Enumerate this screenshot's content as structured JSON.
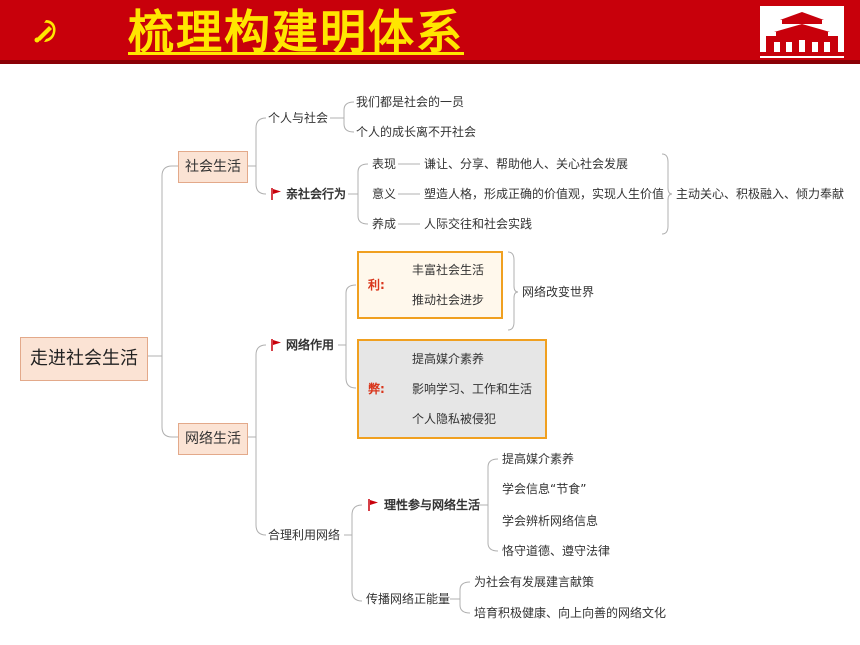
{
  "header": {
    "title": "梳理构建明体系",
    "bg_color": "#c8000b",
    "title_color": "#ffe600"
  },
  "mindmap": {
    "root": "走进社会生活",
    "social_life": {
      "label": "社会生活",
      "individual": {
        "label": "个人与社会",
        "items": [
          "我们都是社会的一员",
          "个人的成长离不开社会"
        ]
      },
      "prosocial": {
        "label": "亲社会行为",
        "rows": [
          {
            "key": "表现",
            "value": "谦让、分享、帮助他人、关心社会发展"
          },
          {
            "key": "意义",
            "value": "塑造人格，形成正确的价值观，实现人生价值"
          },
          {
            "key": "养成",
            "value": "人际交往和社会实践"
          }
        ],
        "summary": "主动关心、积极融入、倾力奉献"
      }
    },
    "network_life": {
      "label": "网络生活",
      "effect": {
        "label": "网络作用",
        "pros": {
          "label": "利:",
          "items": [
            "丰富社会生活",
            "推动社会进步"
          ],
          "summary": "网络改变世界"
        },
        "cons": {
          "label": "弊:",
          "items": [
            "提高媒介素养",
            "影响学习、工作和生活",
            "个人隐私被侵犯"
          ]
        }
      },
      "usage": {
        "label": "合理利用网络",
        "rational": {
          "label": "理性参与网络生活",
          "items": [
            "提高媒介素养",
            "学会信息“节食”",
            "学会辨析网络信息",
            "恪守道德、遵守法律"
          ]
        },
        "positive": {
          "label": "传播网络正能量",
          "items": [
            "为社会有发展建言献策",
            "培育积极健康、向上向善的网络文化"
          ]
        }
      }
    }
  }
}
